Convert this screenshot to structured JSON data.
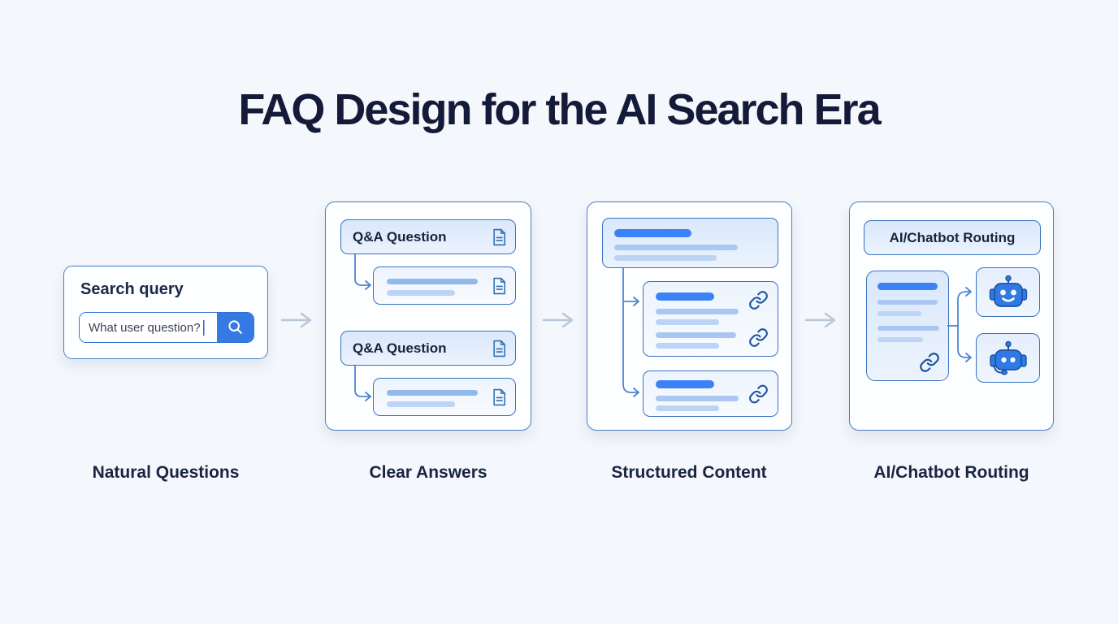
{
  "title": "FAQ Design for the AI Search Era",
  "steps": [
    {
      "label": "Natural Questions"
    },
    {
      "label": "Clear Answers"
    },
    {
      "label": "Structured Content"
    },
    {
      "label": "AI/Chatbot Routing"
    }
  ],
  "search_panel": {
    "heading": "Search query",
    "input_value": "What user question?",
    "button_icon": "magnifier-icon"
  },
  "qa_panel": {
    "questions": [
      {
        "label": "Q&A Question",
        "icon": "document-icon"
      },
      {
        "label": "Q&A Question",
        "icon": "document-icon"
      }
    ],
    "answer_icon": "document-icon"
  },
  "structured_panel": {
    "link_icon": "link-icon",
    "sections": 3
  },
  "routing_panel": {
    "header": "AI/Chatbot Routing",
    "link_icon": "link-icon",
    "bot_icons": [
      "robot-face-icon",
      "robot-headset-icon"
    ]
  },
  "flow": {
    "arrow_icon": "right-arrow-icon",
    "arrow_count": 3
  },
  "colors": {
    "background": "#f4f7fb",
    "title_navy": "#131b39",
    "accent_blue": "#3b82f6",
    "button_blue": "#3579e3",
    "panel_border": "#4a80c4",
    "card_border": "#3a72bf",
    "icon_stroke": "#1d539e",
    "skeleton_strong": "#3b82f6",
    "skeleton_light": "#a9c7f1",
    "arrow_gray": "#b9c6d8",
    "robot_fill": "#2f7ae5"
  }
}
